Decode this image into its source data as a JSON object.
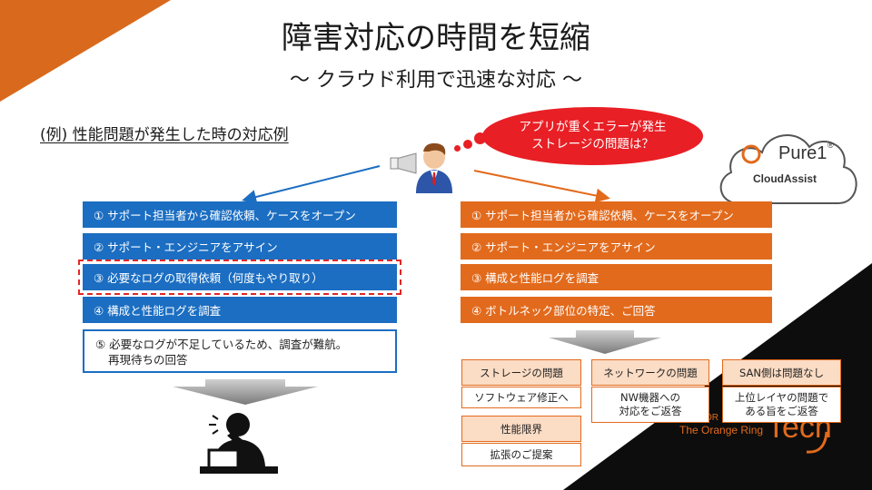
{
  "slide": {
    "title": "障害対応の時間を短縮",
    "subtitle": "～ クラウド利用で迅速な対応 ～",
    "example_label": "(例) 性能問題が発生した時の対応例",
    "speech_bubble": {
      "line1": "アプリが重くエラーが発生",
      "line2": "ストレージの問題は？"
    },
    "cloud_logo": {
      "brand": "Pure1",
      "registered": "®",
      "product": "CloudAssist"
    },
    "background_text": {
      "line1": "The Orange Ring",
      "word": "Tech",
      "prefix": "OR"
    }
  },
  "left_flow": {
    "steps": [
      "① サポート担当者から確認依頼、ケースをオープン",
      "② サポート・エンジニアをアサイン",
      "③ 必要なログの取得依頼（何度もやり取り）",
      "④ 構成と性能ログを調査"
    ],
    "final_line1": "⑤ 必要なログが不足しているため、調査が難航。",
    "final_line2": "再現待ちの回答"
  },
  "right_flow": {
    "steps": [
      "① サポート担当者から確認依頼、ケースをオープン",
      "② サポート・エンジニアをアサイン",
      "③ 構成と性能ログを調査",
      "④ ボトルネック部位の特定、ご回答"
    ],
    "results": [
      {
        "head": "ストレージの問題",
        "body1": "ソフトウェア修正へ",
        "body2": ""
      },
      {
        "head": "ネットワークの問題",
        "body1": "NW機器への",
        "body2": "対応をご返答"
      },
      {
        "head": "SAN側は問題なし",
        "body1": "上位レイヤの問題で",
        "body2": "ある旨をご返答"
      },
      {
        "head": "性能限界",
        "body1": "拡張のご提案",
        "body2": ""
      }
    ]
  },
  "colors": {
    "blue": "#1b6ec2",
    "orange": "#e26a1c",
    "red": "#e81f25",
    "light_orange": "#fbdcc4",
    "corner_orange": "#d9691c",
    "dark": "#0d0d0d"
  },
  "icons": [
    "presenter-megaphone-icon",
    "frustrated-person-icon",
    "pure1-cloud-logo"
  ]
}
